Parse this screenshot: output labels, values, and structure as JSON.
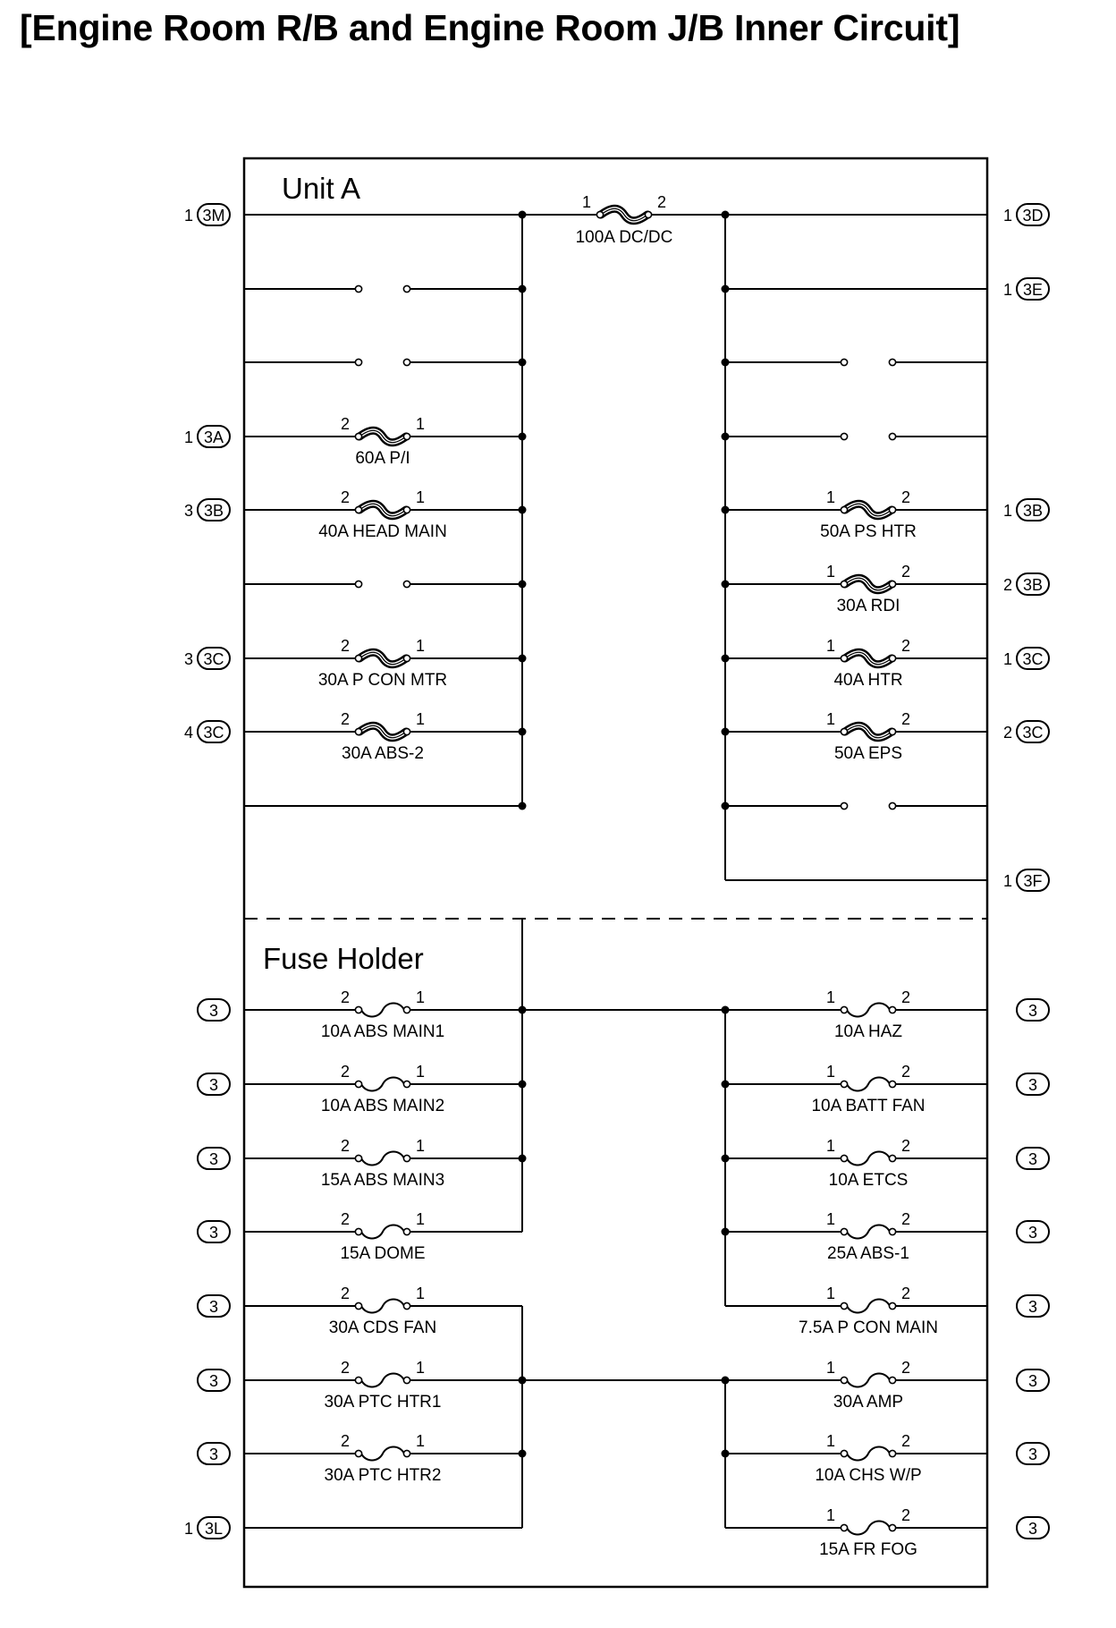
{
  "title": "[Engine Room R/B and Engine Room J/B Inner Circuit]",
  "sections": {
    "unit_a": "Unit A",
    "fuse_holder": "Fuse Holder"
  },
  "top_fuse": {
    "label": "100A DC/DC",
    "pin_left": "1",
    "pin_right": "2"
  },
  "connectors": {
    "left": [
      {
        "pin": "1",
        "code": "3M"
      },
      {
        "pin": "1",
        "code": "3A"
      },
      {
        "pin": "3",
        "code": "3B"
      },
      {
        "pin": "3",
        "code": "3C"
      },
      {
        "pin": "4",
        "code": "3C"
      },
      {
        "pin": "",
        "code": "3"
      },
      {
        "pin": "",
        "code": "3"
      },
      {
        "pin": "",
        "code": "3"
      },
      {
        "pin": "",
        "code": "3"
      },
      {
        "pin": "",
        "code": "3"
      },
      {
        "pin": "",
        "code": "3"
      },
      {
        "pin": "",
        "code": "3"
      },
      {
        "pin": "1",
        "code": "3L"
      }
    ],
    "right": [
      {
        "pin": "1",
        "code": "3D"
      },
      {
        "pin": "1",
        "code": "3E"
      },
      {
        "pin": "1",
        "code": "3B"
      },
      {
        "pin": "2",
        "code": "3B"
      },
      {
        "pin": "1",
        "code": "3C"
      },
      {
        "pin": "2",
        "code": "3C"
      },
      {
        "pin": "1",
        "code": "3F"
      },
      {
        "pin": "",
        "code": "3"
      },
      {
        "pin": "",
        "code": "3"
      },
      {
        "pin": "",
        "code": "3"
      },
      {
        "pin": "",
        "code": "3"
      },
      {
        "pin": "",
        "code": "3"
      },
      {
        "pin": "",
        "code": "3"
      },
      {
        "pin": "",
        "code": "3"
      },
      {
        "pin": "",
        "code": "3"
      }
    ]
  },
  "fuses": {
    "left": [
      {
        "label": "60A P/I",
        "pin_a": "2",
        "pin_b": "1"
      },
      {
        "label": "40A HEAD MAIN",
        "pin_a": "2",
        "pin_b": "1"
      },
      {
        "label": "30A P CON MTR",
        "pin_a": "2",
        "pin_b": "1"
      },
      {
        "label": "30A ABS-2",
        "pin_a": "2",
        "pin_b": "1"
      },
      {
        "label": "10A ABS MAIN1",
        "pin_a": "2",
        "pin_b": "1"
      },
      {
        "label": "10A ABS MAIN2",
        "pin_a": "2",
        "pin_b": "1"
      },
      {
        "label": "15A ABS MAIN3",
        "pin_a": "2",
        "pin_b": "1"
      },
      {
        "label": "15A DOME",
        "pin_a": "2",
        "pin_b": "1"
      },
      {
        "label": "30A CDS FAN",
        "pin_a": "2",
        "pin_b": "1"
      },
      {
        "label": "30A PTC HTR1",
        "pin_a": "2",
        "pin_b": "1"
      },
      {
        "label": "30A PTC HTR2",
        "pin_a": "2",
        "pin_b": "1"
      }
    ],
    "right": [
      {
        "label": "50A PS HTR",
        "pin_a": "1",
        "pin_b": "2"
      },
      {
        "label": "30A RDI",
        "pin_a": "1",
        "pin_b": "2"
      },
      {
        "label": "40A HTR",
        "pin_a": "1",
        "pin_b": "2"
      },
      {
        "label": "50A EPS",
        "pin_a": "1",
        "pin_b": "2"
      },
      {
        "label": "10A HAZ",
        "pin_a": "1",
        "pin_b": "2"
      },
      {
        "label": "10A BATT FAN",
        "pin_a": "1",
        "pin_b": "2"
      },
      {
        "label": "10A ETCS",
        "pin_a": "1",
        "pin_b": "2"
      },
      {
        "label": "25A ABS-1",
        "pin_a": "1",
        "pin_b": "2"
      },
      {
        "label": "7.5A P CON MAIN",
        "pin_a": "1",
        "pin_b": "2"
      },
      {
        "label": "30A AMP",
        "pin_a": "1",
        "pin_b": "2"
      },
      {
        "label": "10A CHS W/P",
        "pin_a": "1",
        "pin_b": "2"
      },
      {
        "label": "15A FR FOG",
        "pin_a": "1",
        "pin_b": "2"
      }
    ]
  }
}
